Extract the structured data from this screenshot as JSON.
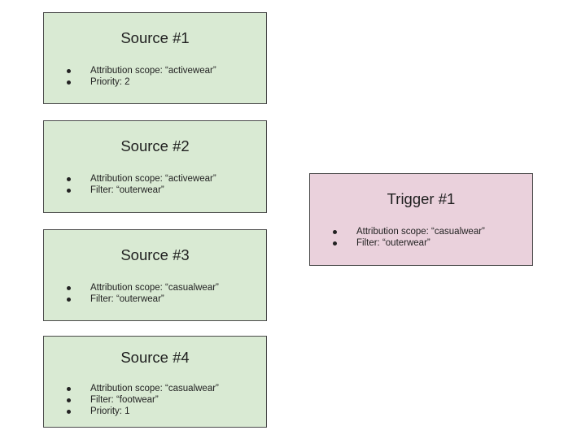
{
  "sources": [
    {
      "title": "Source #1",
      "items": [
        "Attribution scope:  “activewear”",
        "Priority: 2"
      ]
    },
    {
      "title": "Source #2",
      "items": [
        "Attribution scope:  “activewear”",
        "Filter:  “outerwear”"
      ]
    },
    {
      "title": "Source #3",
      "items": [
        "Attribution scope:  “casualwear”",
        "Filter:  “outerwear”"
      ]
    },
    {
      "title": "Source #4",
      "items": [
        "Attribution scope:  “casualwear”",
        "Filter:  “footwear”",
        "Priority:  1"
      ]
    }
  ],
  "trigger": {
    "title": "Trigger #1",
    "items": [
      "Attribution scope:  “casualwear”",
      "Filter:  “outerwear”"
    ]
  },
  "colors": {
    "source_fill": "#d9ead3",
    "trigger_fill": "#ead1dc",
    "border": "#4a4a4a"
  }
}
